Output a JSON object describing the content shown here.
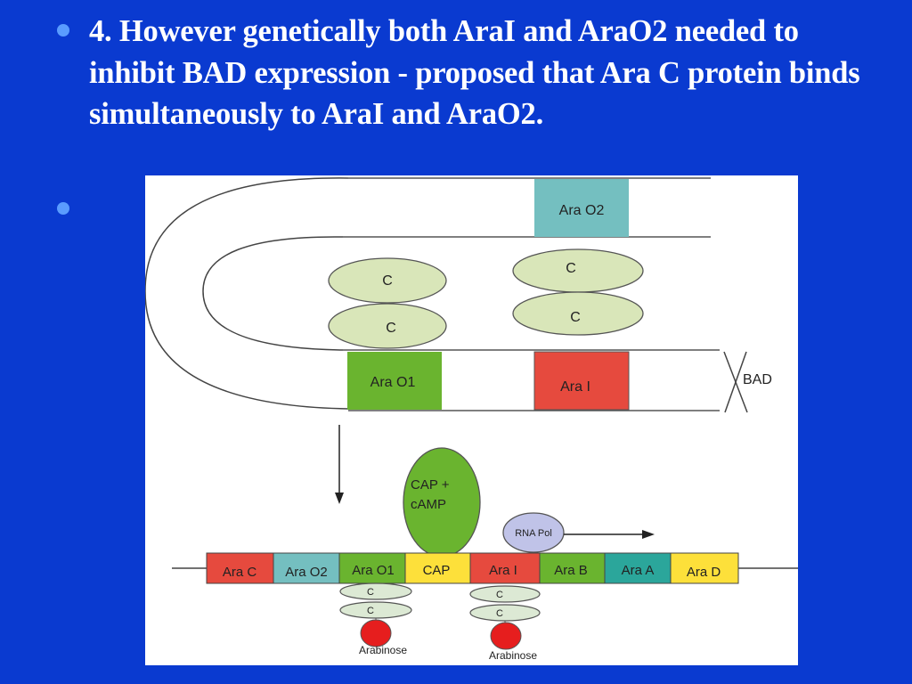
{
  "slide": {
    "bullet1_text": "4. However genetically both AraI and AraO2 needed to inhibit BAD expression - proposed that Ara C protein binds simultaneously to AraI and AraO2.",
    "bullet2_text": ""
  },
  "diagram": {
    "loop": {
      "ara_o2": "Ara O2",
      "ara_o1": "Ara O1",
      "ara_i": "Ara I",
      "bad": "BAD",
      "c_label": "C"
    },
    "operon": {
      "cap_camp_line1": "CAP +",
      "cap_camp_line2": "cAMP",
      "rna_pol": "RNA Pol",
      "segments": [
        "Ara C",
        "Ara O2",
        "Ara O1",
        "CAP",
        "Ara I",
        "Ara B",
        "Ara A",
        "Ara D"
      ],
      "c_label": "C",
      "arabinose": "Arabinose"
    }
  },
  "colors": {
    "background": "#0a3ad0",
    "bullet": "#5a9cff",
    "teal": "#74bfc0",
    "green": "#6ab42f",
    "red": "#e64a3e",
    "yellow": "#fde03a",
    "light_green": "#d9e6b9",
    "pale_green": "#dce9d4",
    "rna_pol": "#c0c3e8"
  }
}
